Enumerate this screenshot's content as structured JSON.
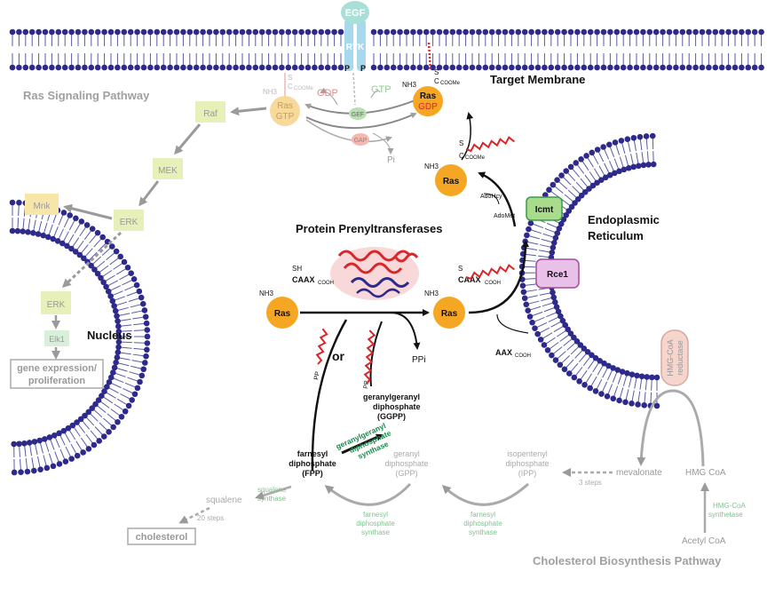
{
  "colors": {
    "lipid_head": "#2e2a8c",
    "lipid_tail": "#5a5aa8",
    "ras": "#f5a623",
    "ras_faded": "#f9d99a",
    "pathway_box": "#e6f0b8",
    "gray_text": "#9a9a9a",
    "green_text": "#1a8a4a",
    "light_green_text": "#7cc48c",
    "icmt_fill": "#a8dc8c",
    "rce1_fill": "#e8c0e8",
    "isoprenoid": "#d8262a"
  },
  "labels": {
    "ras_pathway": "Ras Signaling Pathway",
    "target_membrane": "Target Membrane",
    "nucleus": "Nucleus",
    "er": [
      "Endoplasmic",
      "Reticulum"
    ],
    "prenyltransferases": "Protein Prenyltransferases",
    "cholesterol_pathway": "Cholesterol Biosynthesis Pathway",
    "egf": "EGF",
    "rtk": "RTK",
    "p1": "P",
    "p2": "P",
    "gdp_top": "GDP",
    "gtp_top": "GTP",
    "gef": "GEF",
    "gap": "GAP",
    "pi": "Pi",
    "ras": "Ras",
    "gtp": "GTP",
    "gdp": "GDP",
    "nh3": "NH3",
    "s": "S",
    "c": "C",
    "coome": "COOMe",
    "sh": "SH",
    "caax": "CAAX",
    "cooh": "COOH",
    "aax": "AAX",
    "raf": "Raf",
    "mek": "MEK",
    "erk": "ERK",
    "mnk": "Mnk",
    "elk1": "Elk1",
    "gene_expr": [
      "gene expression/",
      "proliferation"
    ],
    "adohcy": "AdoHcy",
    "adomet": "AdoMet",
    "icmt": "Icmt",
    "rce1": "Rce1",
    "hmgcoa_reductase": [
      "HMG-CoA",
      "reductase"
    ],
    "or": "or",
    "ppi": "PPi",
    "pp": "PP",
    "ggpp": [
      "geranylgeranyl",
      "diphosphate",
      "(GGPP)"
    ],
    "fpp": [
      "farnesyl",
      "diphosphate",
      "(FPP)"
    ],
    "gpp": [
      "geranyl",
      "diphosphate",
      "(GPP)"
    ],
    "ipp": [
      "isopentenyl",
      "diphosphate",
      "(IPP)"
    ],
    "ggpp_synthase": [
      "geranylgeranyl",
      "diphosphate",
      "synthase"
    ],
    "farnesyl_synthase": [
      "farnesyl",
      "diphosphate",
      "synthase"
    ],
    "mevalonate": "mevalonate",
    "three_steps": "3 steps",
    "hmg_coa": "HMG CoA",
    "hmg_synthetase": [
      "HMG-CoA",
      "synthetase"
    ],
    "acetyl_coa": "Acetyl CoA",
    "squalene": "squalene",
    "squalene_synthase": [
      "squalene",
      "synthase"
    ],
    "twenty_steps": "20 steps",
    "cholesterol": "cholesterol"
  }
}
